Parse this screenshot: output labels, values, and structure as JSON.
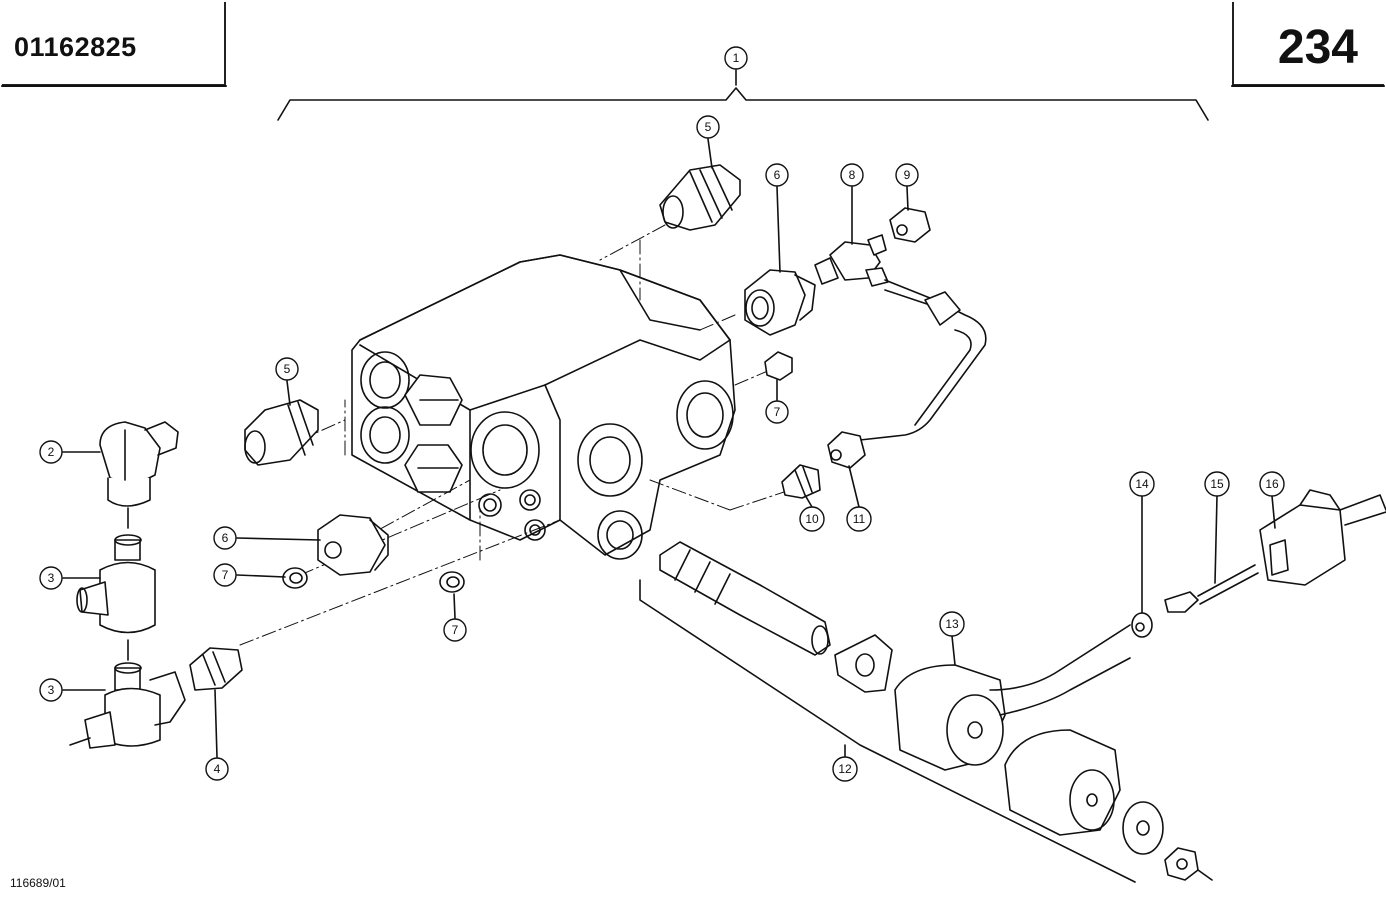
{
  "header": {
    "doc_number": "01162825",
    "page_number": "234"
  },
  "footer": {
    "drawing_id": "116689/01"
  },
  "callouts": [
    {
      "id": "c1",
      "label": "1"
    },
    {
      "id": "c5a",
      "label": "5"
    },
    {
      "id": "c6a",
      "label": "6"
    },
    {
      "id": "c8",
      "label": "8"
    },
    {
      "id": "c9",
      "label": "9"
    },
    {
      "id": "c5b",
      "label": "5"
    },
    {
      "id": "c7a",
      "label": "7"
    },
    {
      "id": "c2",
      "label": "2"
    },
    {
      "id": "c10",
      "label": "10"
    },
    {
      "id": "c11",
      "label": "11"
    },
    {
      "id": "c6b",
      "label": "6"
    },
    {
      "id": "c7b",
      "label": "7"
    },
    {
      "id": "c3a",
      "label": "3"
    },
    {
      "id": "c14",
      "label": "14"
    },
    {
      "id": "c15",
      "label": "15"
    },
    {
      "id": "c16",
      "label": "16"
    },
    {
      "id": "c7c",
      "label": "7"
    },
    {
      "id": "c13",
      "label": "13"
    },
    {
      "id": "c3b",
      "label": "3"
    },
    {
      "id": "c4",
      "label": "4"
    },
    {
      "id": "c12",
      "label": "12"
    }
  ]
}
